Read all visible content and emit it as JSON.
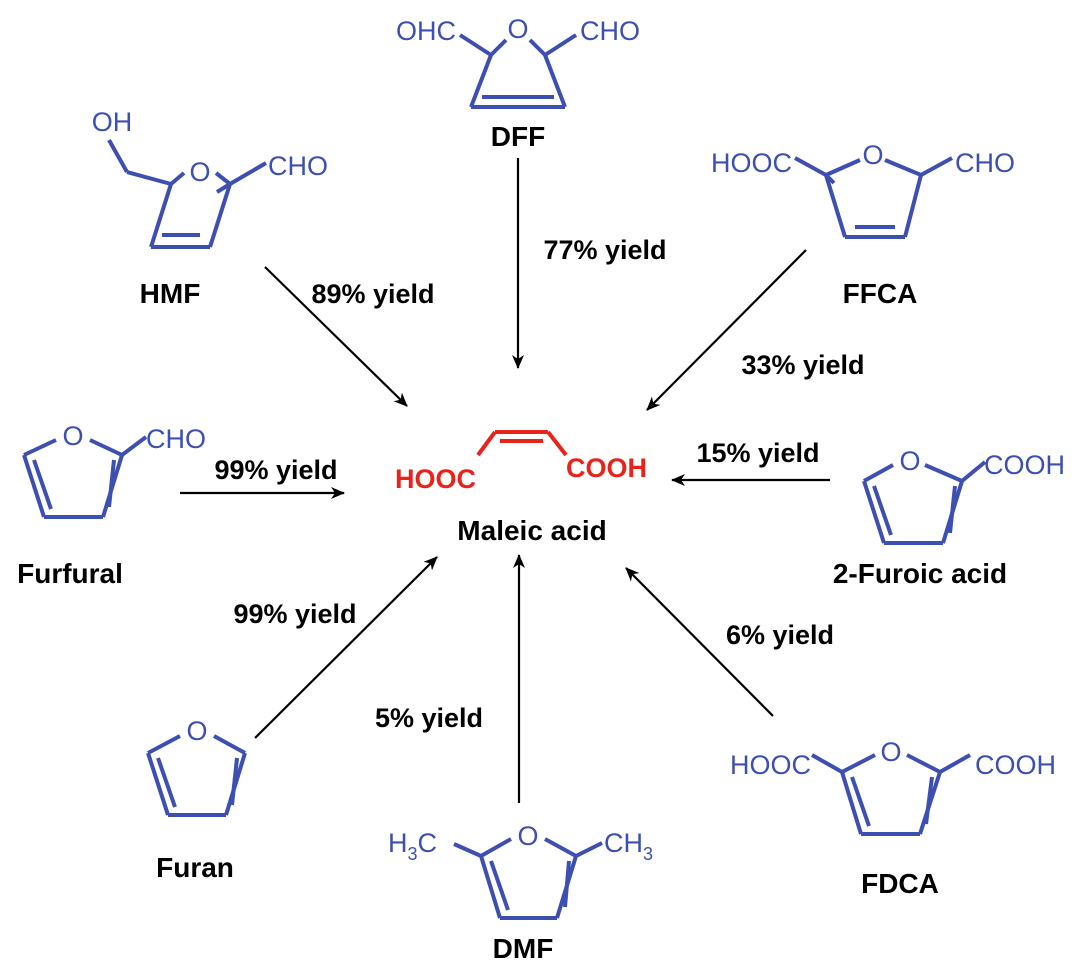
{
  "product": {
    "name": "Maleic acid",
    "left_group": "HOOC",
    "right_group": "COOH"
  },
  "substrates": [
    {
      "id": "hmf",
      "name": "HMF",
      "yield": "89% yield",
      "groups": {
        "top": "OH",
        "right": "CHO"
      },
      "ring_o": "O"
    },
    {
      "id": "dff",
      "name": "DFF",
      "yield": "77% yield",
      "groups": {
        "left": "OHC",
        "right": "CHO"
      },
      "ring_o": "O"
    },
    {
      "id": "ffca",
      "name": "FFCA",
      "yield": "33% yield",
      "groups": {
        "left": "HOOC",
        "right": "CHO"
      },
      "ring_o": "O"
    },
    {
      "id": "furfural",
      "name": "Furfural",
      "yield": "99% yield",
      "groups": {
        "right": "CHO"
      },
      "ring_o": "O"
    },
    {
      "id": "furoic",
      "name": "2-Furoic acid",
      "yield": "15% yield",
      "groups": {
        "right": "COOH"
      },
      "ring_o": "O"
    },
    {
      "id": "furan",
      "name": "Furan",
      "yield": "99% yield",
      "ring_o": "O"
    },
    {
      "id": "dmf",
      "name": "DMF",
      "yield": "5% yield",
      "groups": {
        "left_main": "H",
        "left_sub": "3",
        "left_tail": "C",
        "right_main": "CH",
        "right_sub": "3"
      },
      "ring_o": "O"
    },
    {
      "id": "fdca",
      "name": "FDCA",
      "yield": "6% yield",
      "groups": {
        "left": "HOOC",
        "right": "COOH"
      },
      "ring_o": "O"
    }
  ],
  "colors": {
    "structure": "#3d4fb0",
    "product": "#e8231c",
    "text": "#000000"
  }
}
